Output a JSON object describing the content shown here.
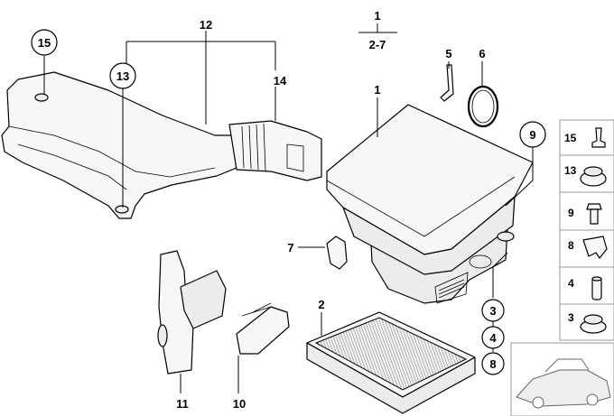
{
  "diagram": {
    "assembly_label": {
      "top": "1",
      "bottom": "2-7"
    },
    "labels": {
      "p1": "1",
      "p2": "2",
      "p5": "5",
      "p6": "6",
      "p7": "7",
      "p9": "9",
      "p10": "10",
      "p11": "11",
      "p12": "12",
      "p13": "13",
      "p14": "14",
      "p15": "15",
      "c3": "3",
      "c4": "4",
      "c8": "8"
    },
    "side_panel": [
      {
        "num": "15",
        "item": "grommet-pin"
      },
      {
        "num": "13",
        "item": "rubber-mount"
      },
      {
        "num": "9",
        "item": "bolt"
      },
      {
        "num": "8",
        "item": "clip"
      },
      {
        "num": "4",
        "item": "sleeve"
      },
      {
        "num": "3",
        "item": "rubber-mount"
      }
    ]
  }
}
